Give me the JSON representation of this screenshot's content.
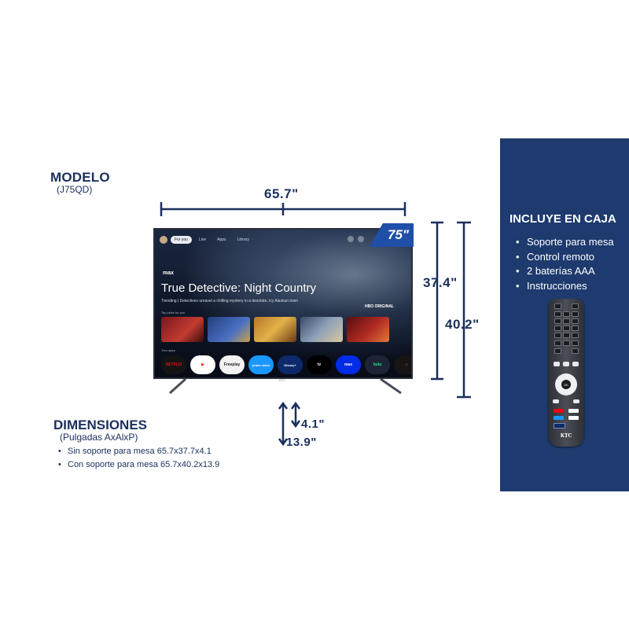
{
  "model": {
    "label": "MODELO",
    "code": "(J75QD)"
  },
  "dimensions": {
    "width": "65.7\"",
    "height": "37.4\"",
    "height_with_stand": "40.2\"",
    "depth": "4.1\"",
    "depth_with_stand": "13.9\"",
    "title": "DIMENSIONES",
    "units": "(Pulgadas AxAlxP)",
    "items": [
      "Sin soporte para mesa 65.7x37.7x4.1",
      "Con soporte para mesa 65.7x40.2x13.9"
    ]
  },
  "tv": {
    "size_badge": "75\"",
    "tabs": [
      "For you",
      "Live",
      "Apps",
      "Library"
    ],
    "brand": "max",
    "title": "True Detective: Night Country",
    "subtitle": "Trending | Detectives unravel a chilling mystery in a desolate, icy Alaskan town",
    "network": "HBO ORIGINAL",
    "row1_label": "Top picks for you",
    "row2_label": "Your apps",
    "apps": [
      "NETFLIX",
      "▶",
      "Freeplay",
      "prime video",
      "Disney+",
      "tv",
      "max",
      "hulu",
      "♫",
      "●"
    ],
    "logo": "KTC"
  },
  "box_contents": {
    "title": "INCLUYE EN CAJA",
    "items": [
      "Soporte para mesa",
      "Control remoto",
      "2 baterías AAA",
      "Instrucciones"
    ]
  },
  "remote": {
    "brand": "KTC",
    "ok": "OK"
  },
  "colors": {
    "navy": "#1a2f5c",
    "panel": "#1e3a6e",
    "badge": "#1f4fa8"
  }
}
